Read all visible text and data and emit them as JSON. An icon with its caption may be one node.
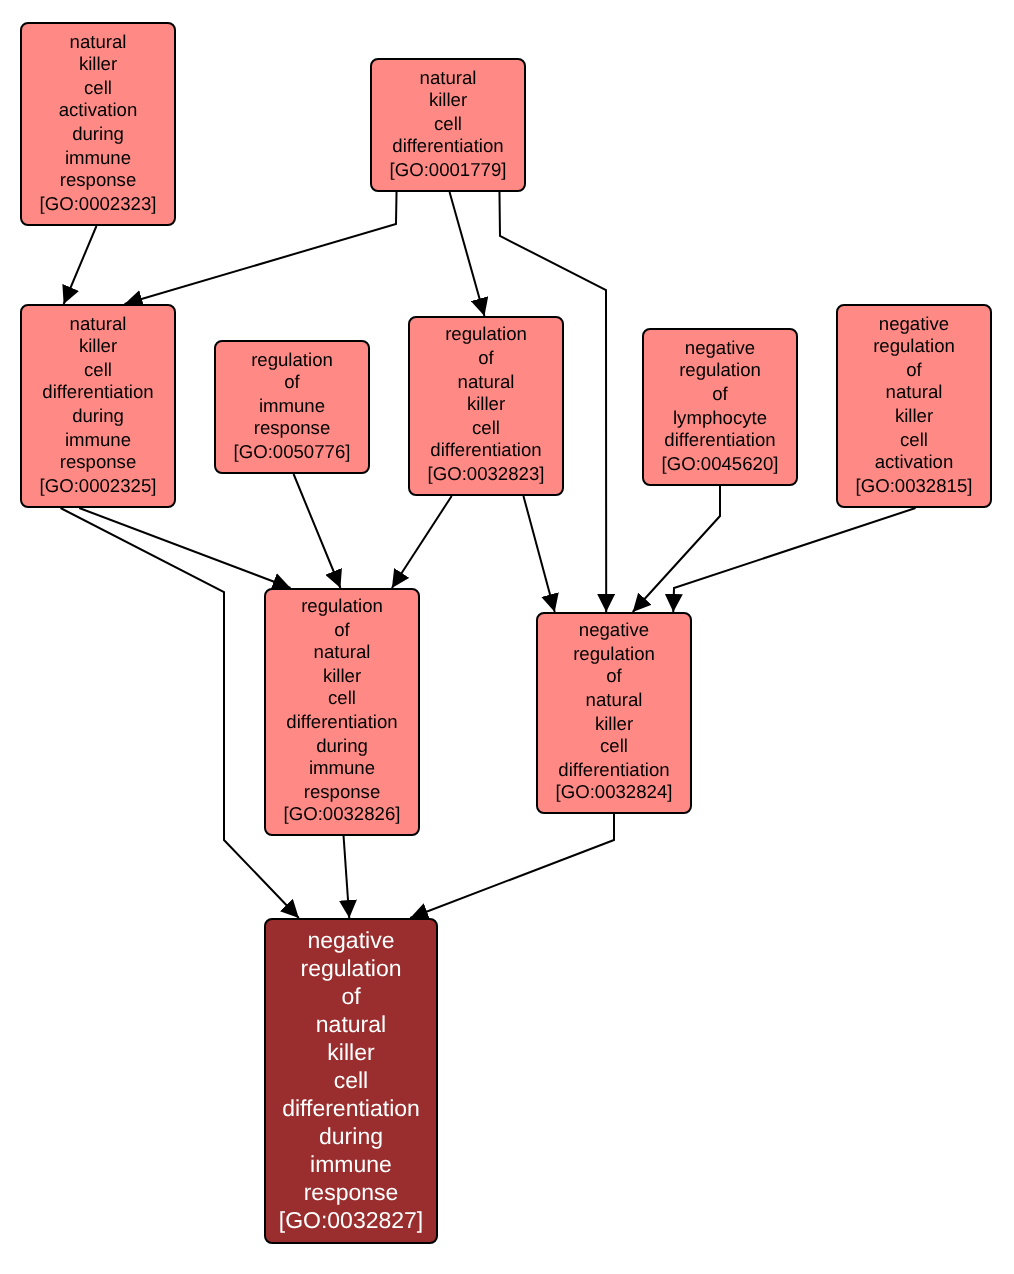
{
  "diagram": {
    "nodes": [
      {
        "text": [
          "natural killer cell activation during immune response [GO:0002323]"
        ]
      },
      {
        "text": [
          "natural killer cell differentiation [GO:0001779]"
        ]
      },
      {
        "text": [
          "natural killer cell differentiation during immune response [GO:0002325]"
        ]
      },
      {
        "text": [
          "regulation of immune response [GO:0050776]"
        ]
      },
      {
        "text": [
          "regulation of natural killer cell differentiation [GO:0032823]"
        ]
      },
      {
        "text": [
          "negative regulation of lymphocyte differentiation [GO:0045620]"
        ]
      },
      {
        "text": [
          "negative regulation of natural killer cell activation [GO:0032815]"
        ]
      },
      {
        "text": [
          "regulation of natural killer cell differentiation during immune response [GO:0032826]"
        ]
      },
      {
        "text": [
          "negative regulation of natural killer cell differentiation [GO:0032824]"
        ]
      },
      {
        "text": [
          "negative regulation of natural killer cell differentiation during immune response [GO:0032827]"
        ]
      }
    ],
    "edges": [
      {
        "from": 0,
        "to": 2,
        "arrow": "to"
      },
      {
        "from": 1,
        "to": 2,
        "arrow": "to"
      },
      {
        "from": 1,
        "to": 4,
        "arrow": "to"
      },
      {
        "from": 1,
        "to": 8,
        "arrow": "to"
      },
      {
        "from": 2,
        "to": 7,
        "arrow": "to"
      },
      {
        "from": 2,
        "to": 9,
        "arrow": "to"
      },
      {
        "from": 3,
        "to": 7,
        "arrow": "to"
      },
      {
        "from": 4,
        "to": 7,
        "arrow": "to"
      },
      {
        "from": 4,
        "to": 8,
        "arrow": "to"
      },
      {
        "from": 5,
        "to": 8,
        "arrow": "to"
      },
      {
        "from": 6,
        "to": 8,
        "arrow": "to"
      },
      {
        "from": 7,
        "to": 9,
        "arrow": "to"
      },
      {
        "from": 8,
        "to": 9,
        "arrow": "to"
      }
    ]
  }
}
